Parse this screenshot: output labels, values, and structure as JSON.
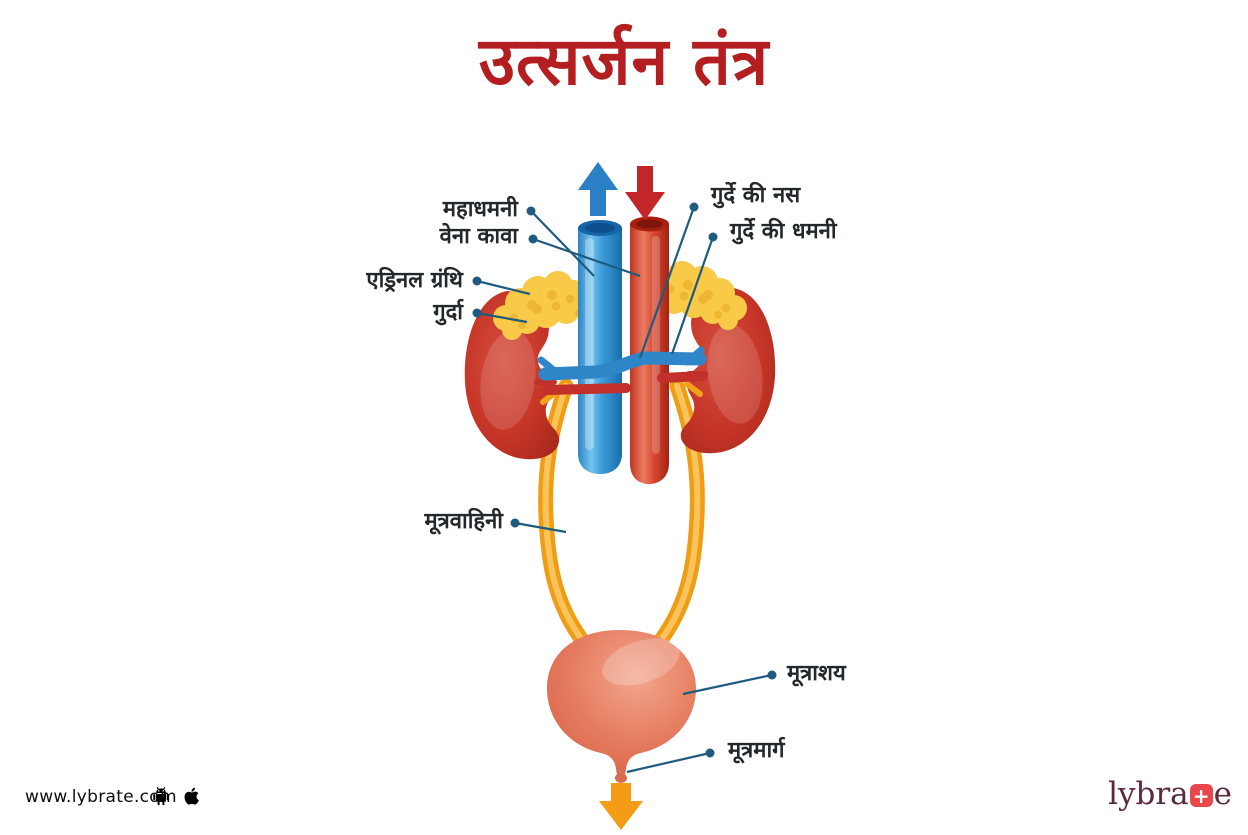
{
  "title": "उत्सर्जन तंत्र",
  "diagram": {
    "name": "human excretory system (Hindi labels)",
    "labels": {
      "aorta": "महाधमनी",
      "vena_cava": "वेना कावा",
      "adrenal_gland": "एड्रिनल ग्रंथि",
      "kidney": "गुर्दा",
      "renal_vein": "गुर्दे की नस",
      "renal_artery": "गुर्दे की धमनी",
      "ureter": "मूत्रवाहिनी",
      "bladder": "मूत्राशय",
      "urethra": "मूत्रमार्ग"
    },
    "colors": {
      "title_red": "#b41e20",
      "label_text": "#23282d",
      "leader_line": "#1e5b7e",
      "blue_vessel": "#3b9bd8",
      "red_vessel": "#d94a33",
      "kidney_red": "#c63527",
      "adrenal_yellow": "#f8ca48",
      "ureter_orange": "#f09d16",
      "bladder_coral": "#e57b5e",
      "urethra_arrow_orange": "#f49c15"
    }
  },
  "footer": {
    "website": "www.lybrate.com",
    "android_icon": "android-icon",
    "apple_icon": "apple-icon",
    "logo": {
      "left": "lybra",
      "plus": "+",
      "right": "e"
    }
  }
}
